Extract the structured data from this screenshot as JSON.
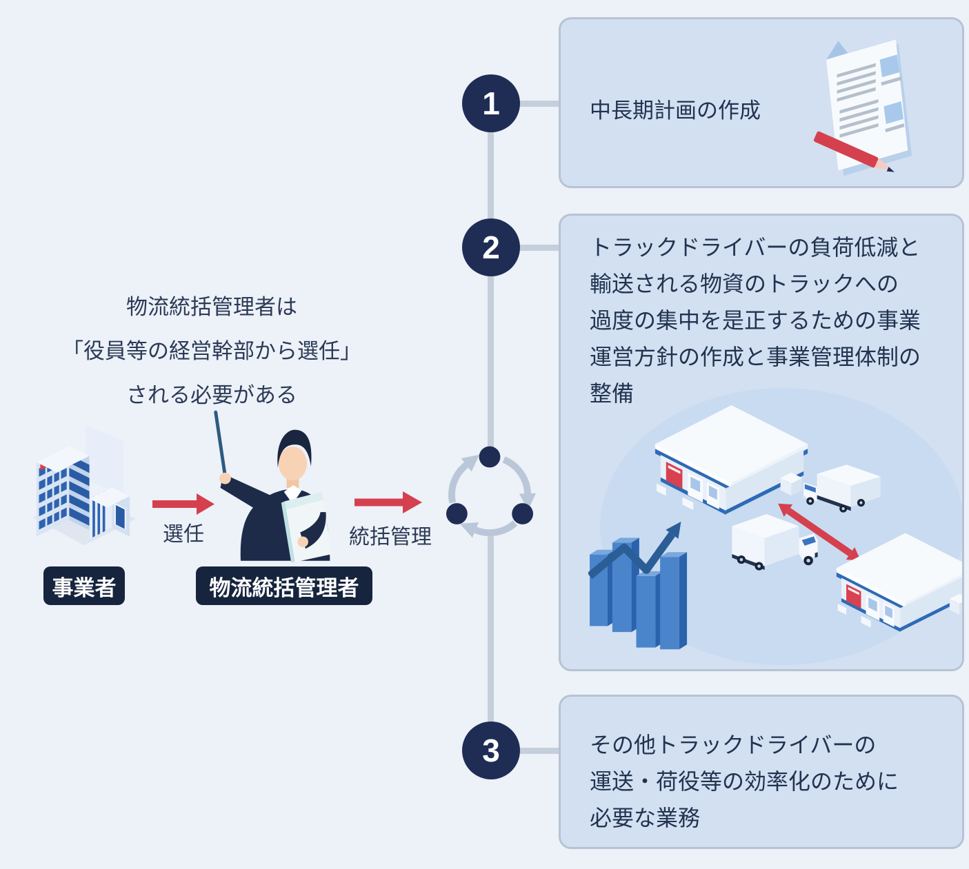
{
  "colors": {
    "page_bg": "#edf1f8",
    "panel_bg": "#d3e0f2",
    "panel_border": "#b7c3d3",
    "accent_navy": "#1f2d55",
    "label_navy": "#16243d",
    "accent_red": "#d5404e",
    "connector_gray": "#c5cfdc",
    "text_dark": "#22334f",
    "illustration_blue": "#2e6ab5"
  },
  "intro": {
    "lines": [
      "物流統括管理者は",
      "「役員等の経営幹部から選任」",
      "される必要がある"
    ]
  },
  "flow": {
    "business_label": "事業者",
    "manager_label": "物流統括管理者",
    "appoint_arrow_label": "選任",
    "manage_arrow_label": "統括管理"
  },
  "steps": [
    {
      "number": "1",
      "lines": [
        "中長期計画の作成"
      ]
    },
    {
      "number": "2",
      "lines": [
        "トラックドライバーの負荷低減と",
        "輸送される物資のトラックへの",
        "過度の集中を是正するための事業",
        "運営方針の作成と事業管理体制の",
        "整備"
      ]
    },
    {
      "number": "3",
      "lines": [
        "その他トラックドライバーの",
        "運送・荷役等の効率化のために",
        "必要な業務"
      ]
    }
  ],
  "icons": {
    "building": "office-building-icon",
    "manager": "manager-person-icon",
    "cycle": "cycle-arrows-icon",
    "document": "document-pencil-icon",
    "logistics": "warehouse-truck-chart-icon"
  }
}
